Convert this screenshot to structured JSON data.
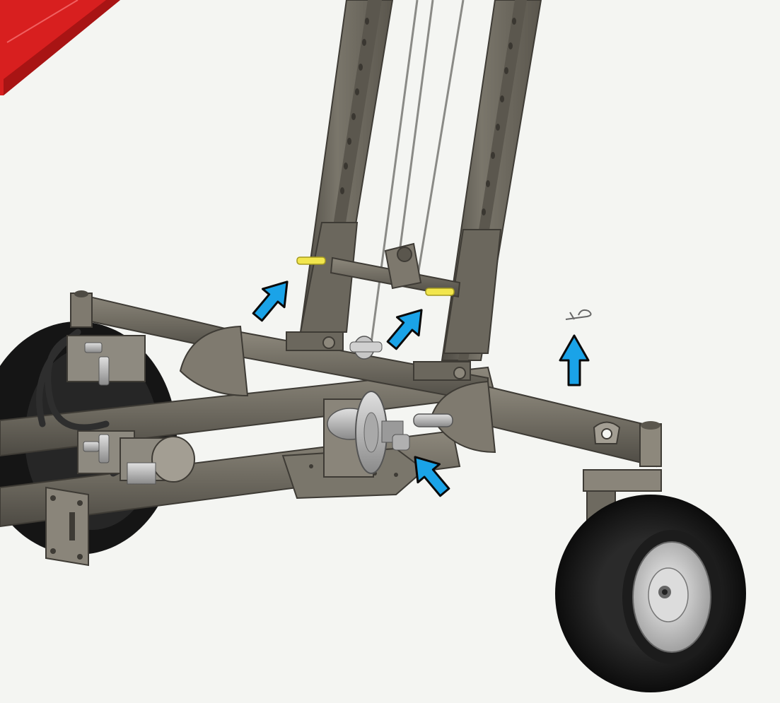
{
  "diagram": {
    "parts": [
      {
        "id": "red-body-corner",
        "label": ""
      },
      {
        "id": "mast-left-rail",
        "label": ""
      },
      {
        "id": "mast-right-rail",
        "label": ""
      },
      {
        "id": "lift-cables",
        "label": ""
      },
      {
        "id": "mast-crossbar",
        "label": ""
      },
      {
        "id": "pulley-bracket",
        "label": ""
      },
      {
        "id": "pin-left",
        "label": ""
      },
      {
        "id": "pin-right",
        "label": ""
      },
      {
        "id": "hairpin-clip",
        "label": ""
      },
      {
        "id": "main-crossbeam",
        "label": ""
      },
      {
        "id": "winch-assembly",
        "label": ""
      },
      {
        "id": "winch-handle",
        "label": ""
      },
      {
        "id": "hydraulic-motor",
        "label": ""
      },
      {
        "id": "hydraulic-valve-block",
        "label": ""
      },
      {
        "id": "hoses",
        "label": ""
      },
      {
        "id": "caster-wheel",
        "label": ""
      },
      {
        "id": "left-wheel",
        "label": ""
      }
    ],
    "arrows": [
      {
        "id": "arrow-pin-left",
        "target": "pin-left",
        "direction": "up-right"
      },
      {
        "id": "arrow-pin-right",
        "target": "pin-right",
        "direction": "up-right"
      },
      {
        "id": "arrow-clip",
        "target": "hairpin-clip",
        "direction": "up"
      },
      {
        "id": "arrow-winch",
        "target": "winch-assembly",
        "direction": "up-left"
      }
    ],
    "colors": {
      "background": "#f4f5f2",
      "frame": "#6e6a60",
      "frame_dark": "#4d4a43",
      "frame_light": "#8d887c",
      "accent_red": "#d81f1f",
      "pin_yellow": "#f2e64d",
      "arrow_fill": "#1aa3e8",
      "arrow_outline": "#0a0a0a",
      "tire": "#141414",
      "rim": "#c9c9c9"
    }
  }
}
